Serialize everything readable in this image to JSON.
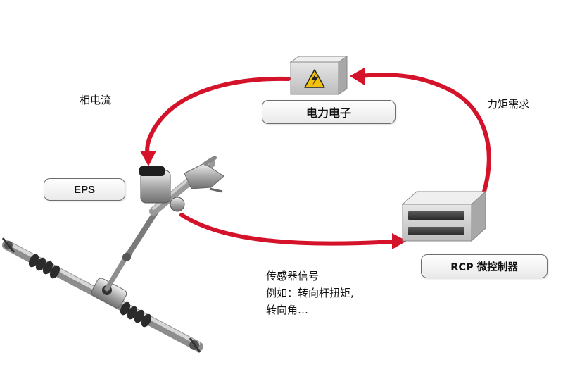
{
  "labels": {
    "power_electronics": "电力电子",
    "eps": "EPS",
    "rcp": "RCP 微控制器",
    "phase_current": "相电流",
    "torque_demand": "力矩需求",
    "sensor_lines": [
      "传感器信号",
      "例如：转向杆扭矩,",
      "转向角…"
    ]
  },
  "colors": {
    "loop_arrow": "#d4122a",
    "box_face": "#d6d6d6",
    "warning_yellow": "#f3c20c"
  },
  "icons": {
    "power_box": "high-voltage-warning-icon",
    "controller": "microcontroller-box-icon",
    "eps": "steering-column-rack-icon"
  }
}
